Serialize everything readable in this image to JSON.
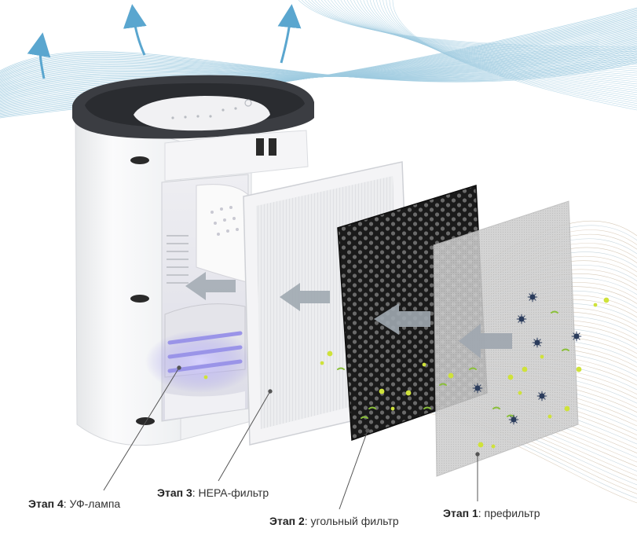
{
  "colors": {
    "airflow_blue": "#5aa6cf",
    "airflow_line": "#9ecbe0",
    "outflow_line": "#c9b9a3",
    "arrow_gray": "#9aa4ad",
    "device_white": "#f4f5f6",
    "hepa_white": "#ebecee",
    "carbon_black": "#1b1b1b",
    "prefilter_gray": "#c5c5c5",
    "particle_yellow": "#cfe23a",
    "particle_green": "#8abf3a",
    "microbe_navy": "#2b3c5c",
    "uv_violet": "#a9a2f0"
  },
  "stages": [
    {
      "stage": "Этап 4",
      "name": "УФ-лампа"
    },
    {
      "stage": "Этап 3",
      "name": "HEPA-фильтр"
    },
    {
      "stage": "Этап 2",
      "name": "угольный фильтр"
    },
    {
      "stage": "Этап 1",
      "name": "префильтр"
    }
  ],
  "separator": ": "
}
